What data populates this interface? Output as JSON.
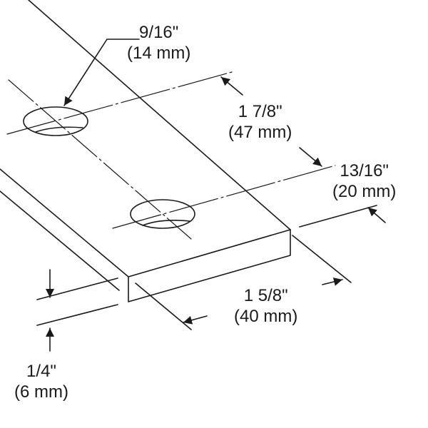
{
  "dimensions": {
    "hole_diameter": {
      "imperial": "9/16\"",
      "metric": "(14 mm)"
    },
    "hole_spacing": {
      "imperial": "1 7/8\"",
      "metric": "(47 mm)"
    },
    "edge_distance": {
      "imperial": "13/16\"",
      "metric": "(20 mm)"
    },
    "width": {
      "imperial": "1 5/8\"",
      "metric": "(40 mm)"
    },
    "thickness": {
      "imperial": "1/4\"",
      "metric": "(6 mm)"
    }
  },
  "colors": {
    "line": "#1a1a1a",
    "background": "#ffffff"
  }
}
